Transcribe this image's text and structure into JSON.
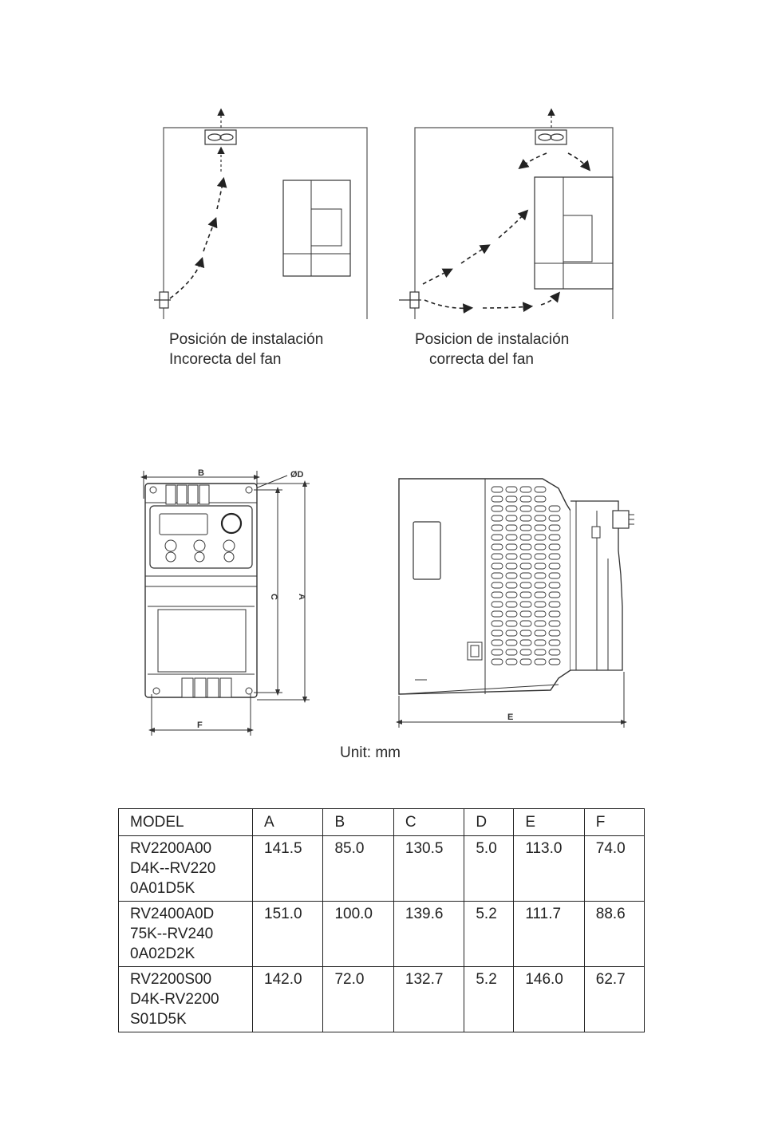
{
  "fan_diagrams": {
    "incorrect": {
      "line1": "Posición de instalación",
      "line2": "Incorecta del fan"
    },
    "correct": {
      "line1": "Posicion de instalación",
      "line2": "correcta del fan"
    }
  },
  "dimension_drawing": {
    "labels": {
      "A": "A",
      "B": "B",
      "C": "C",
      "D": "ØD",
      "E": "E",
      "F": "F"
    },
    "unit": "Unit: mm"
  },
  "dimension_table": {
    "headers": [
      "MODEL",
      "A",
      "B",
      "C",
      "D",
      "E",
      "F"
    ],
    "rows": [
      {
        "model": [
          "RV2200A00",
          "D4K--RV220",
          "0A01D5K"
        ],
        "values": [
          "141.5",
          "85.0",
          "130.5",
          "5.0",
          "113.0",
          "74.0"
        ]
      },
      {
        "model": [
          "RV2400A0D",
          "75K--RV240",
          "0A02D2K"
        ],
        "values": [
          "151.0",
          "100.0",
          "139.6",
          "5.2",
          "111.7",
          "88.6"
        ]
      },
      {
        "model": [
          "RV2200S00",
          "D4K-RV2200",
          "S01D5K"
        ],
        "values": [
          "142.0",
          "72.0",
          "132.7",
          "5.2",
          "146.0",
          "62.7"
        ]
      }
    ]
  }
}
